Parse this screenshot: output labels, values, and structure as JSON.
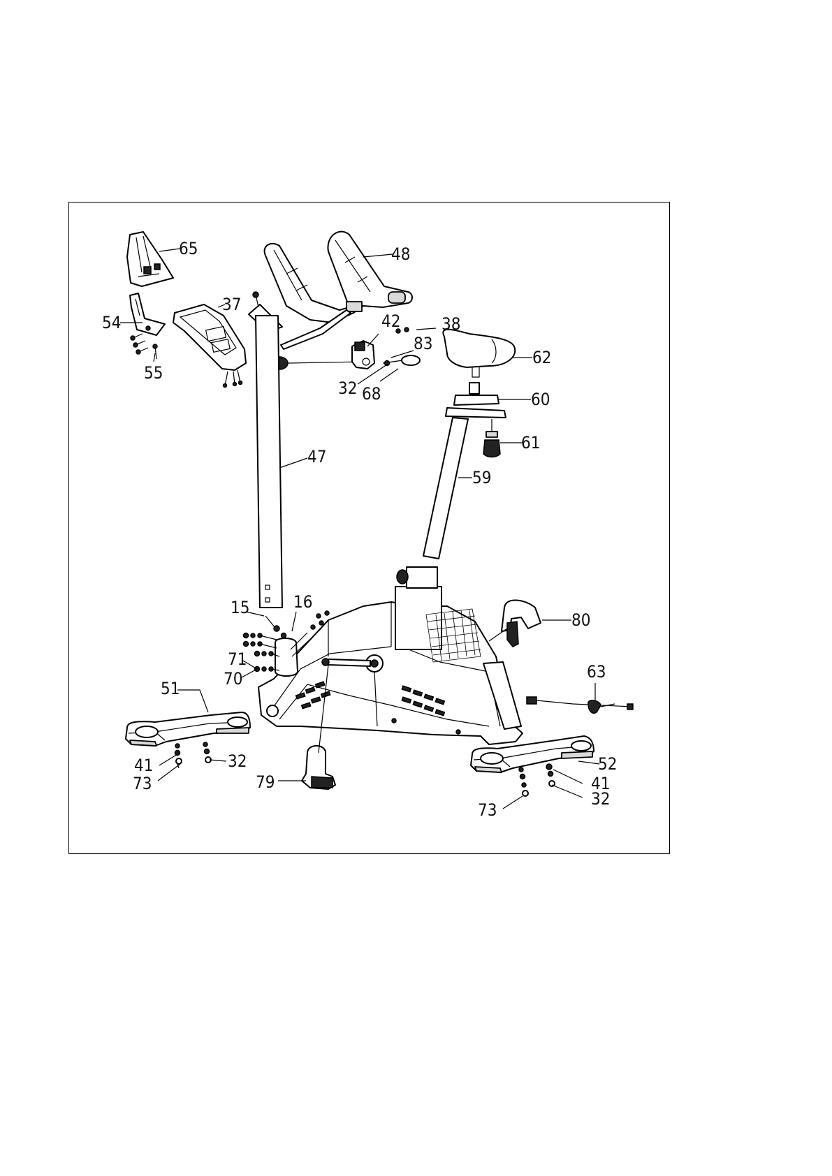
{
  "callouts": {
    "c65": "65",
    "c48": "48",
    "c37": "37",
    "c54": "54",
    "c42": "42",
    "c38": "38",
    "c83": "83",
    "c62": "62",
    "c55": "55",
    "c32a": "32",
    "c68": "68",
    "c60": "60",
    "c61": "61",
    "c47": "47",
    "c59": "59",
    "c15": "15",
    "c16": "16",
    "c80": "80",
    "c71": "71",
    "c70": "70",
    "c63": "63",
    "c51": "51",
    "c52": "52",
    "c41a": "41",
    "c32b": "32",
    "c73a": "73",
    "c79": "79",
    "c41b": "41",
    "c32c": "32",
    "c73b": "73"
  }
}
